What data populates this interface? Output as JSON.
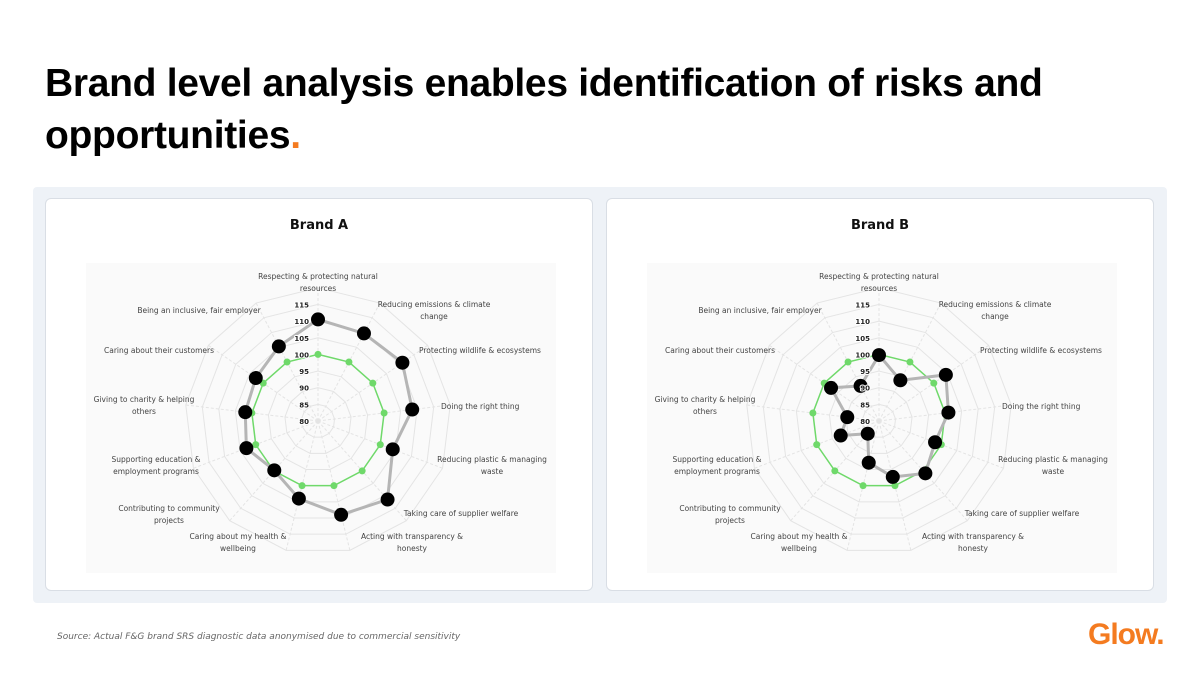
{
  "slide": {
    "title": "Brand level analysis enables identification of risks and",
    "title_line2": "opportunities",
    "title_dot": ".",
    "source": "Source: Actual F&G brand SRS diagnostic data anonymised due to commercial sensitivity",
    "logo": "Glow.",
    "accent_color": "#f47b20"
  },
  "chart_data": [
    {
      "type": "radar",
      "title": "Brand A",
      "axes": [
        [
          "Respecting & protecting natural",
          "resources"
        ],
        [
          "Reducing emissions & climate",
          "change"
        ],
        [
          "Protecting wildlife & ecosystems"
        ],
        [
          "Doing the right thing"
        ],
        [
          "Reducing plastic & managing",
          "waste"
        ],
        [
          "Taking care of supplier welfare"
        ],
        [
          "Acting with transparency &",
          "honesty"
        ],
        [
          "Caring about my health &",
          "wellbeing"
        ],
        [
          "Contributing to community",
          "projects"
        ],
        [
          "Supporting education &",
          "employment programs"
        ],
        [
          "Giving to charity & helping",
          "others"
        ],
        [
          "Caring about their customers"
        ],
        [
          "Being an inclusive, fair employer"
        ]
      ],
      "ticks": [
        "80",
        "85",
        "90",
        "95",
        "100",
        "105",
        "110",
        "115"
      ],
      "range": [
        80,
        120
      ],
      "series": [
        {
          "values": [
            110.5,
            109.7,
            110.8,
            108.5,
            104,
            111.5,
            109,
            104,
            99.8,
            103,
            102,
            102.7,
            105.3
          ],
          "color": "#000000",
          "line_color": "#b5b5b5"
        },
        {
          "values": [
            100,
            100,
            100,
            100,
            100,
            100,
            100,
            100,
            100,
            100,
            100,
            100,
            100
          ],
          "color": "#6fd96a",
          "line_color": "#6fd96a"
        }
      ]
    },
    {
      "type": "radar",
      "title": "Brand B",
      "axes": [
        [
          "Respecting & protecting natural",
          "resources"
        ],
        [
          "Reducing emissions & climate",
          "change"
        ],
        [
          "Protecting wildlife & ecosystems"
        ],
        [
          "Doing the right thing"
        ],
        [
          "Reducing plastic & managing",
          "waste"
        ],
        [
          "Taking care of supplier welfare"
        ],
        [
          "Acting with transparency &",
          "honesty"
        ],
        [
          "Caring about my health &",
          "wellbeing"
        ],
        [
          "Contributing to community",
          "projects"
        ],
        [
          "Supporting education &",
          "employment programs"
        ],
        [
          "Giving to charity & helping",
          "others"
        ],
        [
          "Caring about their customers"
        ],
        [
          "Being an inclusive, fair employer"
        ]
      ],
      "ticks": [
        "80",
        "85",
        "90",
        "95",
        "100",
        "105",
        "110",
        "115"
      ],
      "range": [
        80,
        120
      ],
      "series": [
        {
          "values": [
            99.8,
            93.8,
            104.4,
            101,
            98,
            101,
            97.3,
            92.9,
            85.1,
            92.3,
            89.6,
            97.5,
            91.9
          ],
          "color": "#000000",
          "line_color": "#b5b5b5"
        },
        {
          "values": [
            100,
            100,
            100,
            100,
            100,
            100,
            100,
            100,
            100,
            100,
            100,
            100,
            100
          ],
          "color": "#6fd96a",
          "line_color": "#6fd96a"
        }
      ]
    }
  ]
}
